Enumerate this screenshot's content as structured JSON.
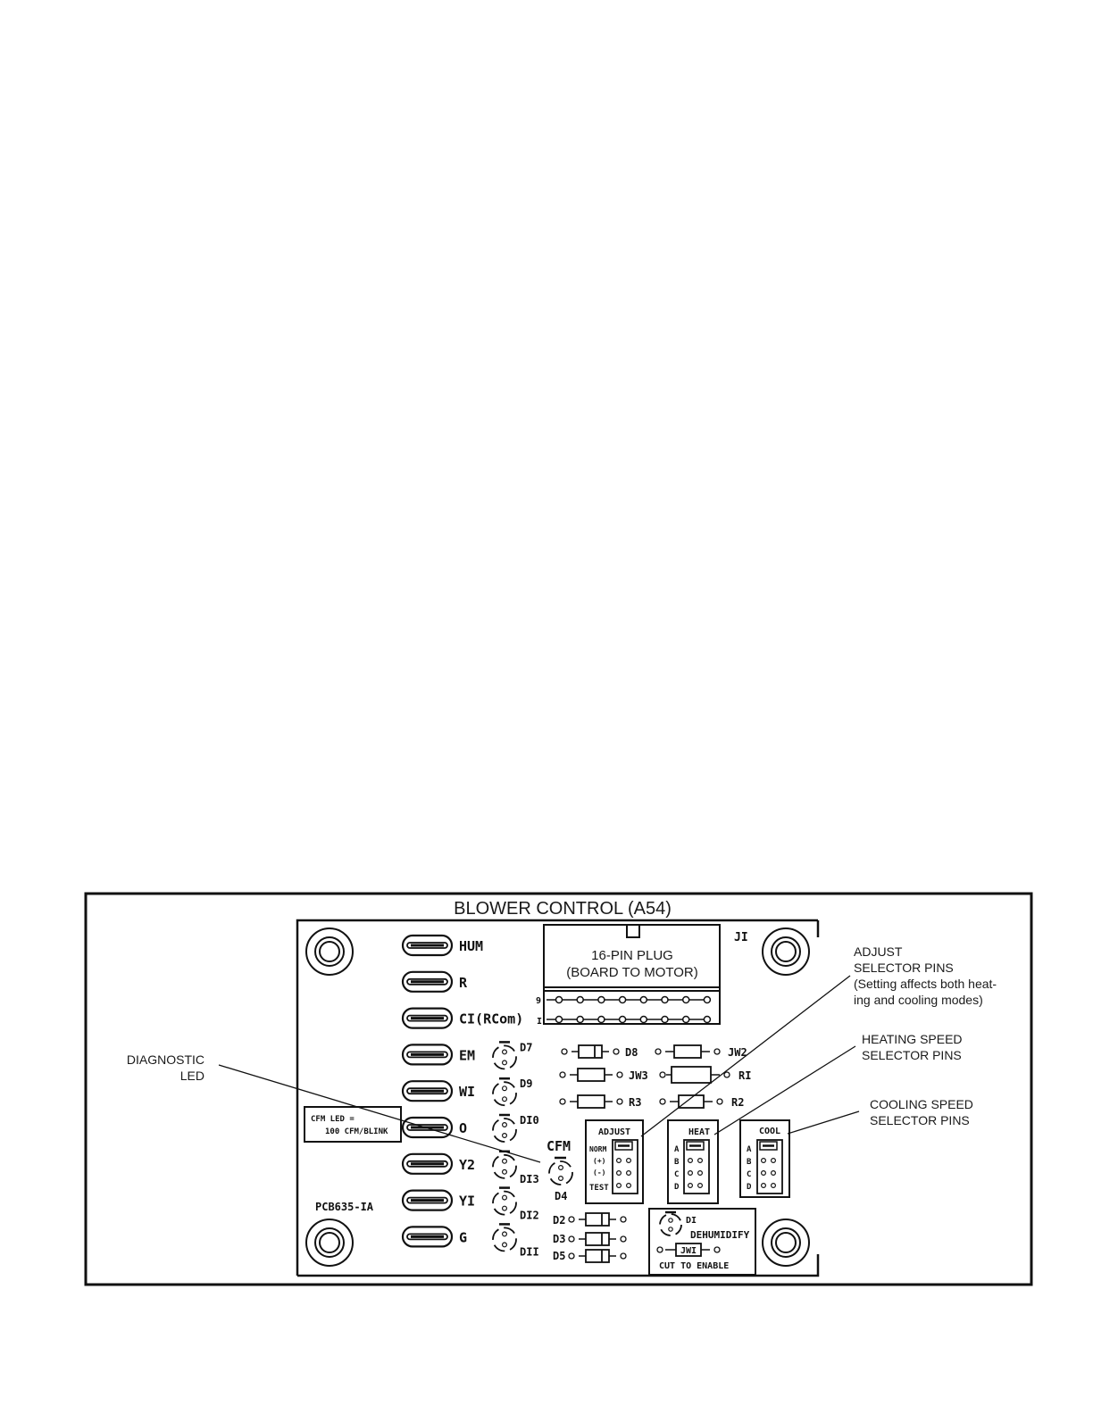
{
  "title": "BLOWER CONTROL (A54)",
  "terminals": [
    {
      "label": "HUM"
    },
    {
      "label": "R"
    },
    {
      "label": "CI(RCom)"
    },
    {
      "label": "EM",
      "led": "D7"
    },
    {
      "label": "WI",
      "led": "D9"
    },
    {
      "label": "O",
      "led": "DI0"
    },
    {
      "label": "Y2",
      "led": "DI3"
    },
    {
      "label": "YI",
      "led": "DI2"
    },
    {
      "label": "G",
      "led": "DII"
    }
  ],
  "plug": {
    "ref": "JI",
    "line1": "16-PIN PLUG",
    "line2": "(BOARD TO MOTOR)",
    "pin_top": "9",
    "pin_bottom": "I"
  },
  "cfm": {
    "label": "CFM",
    "led": "D4"
  },
  "cfm_note": {
    "line1": "CFM LED =",
    "line2": "100 CFM/BLINK"
  },
  "board_id": "PCB635-IA",
  "components": {
    "d8": "D8",
    "jw2": "JW2",
    "jw3": "JW3",
    "r1": "RI",
    "r3": "R3",
    "r2": "R2",
    "d2": "D2",
    "d3": "D3",
    "d5": "D5"
  },
  "adjust_block": {
    "title": "ADJUST",
    "rows": [
      "NORM",
      "(+)",
      "(-)",
      "TEST"
    ]
  },
  "heat_block": {
    "title": "HEAT",
    "rows": [
      "A",
      "B",
      "C",
      "D"
    ]
  },
  "cool_block": {
    "title": "COOL",
    "rows": [
      "A",
      "B",
      "C",
      "D"
    ]
  },
  "dehumidify": {
    "led": "DI",
    "label": "DEHUMIDIFY",
    "jumper": "JWI",
    "note": "CUT TO ENABLE"
  },
  "callouts": {
    "diagnostic": [
      "DIAGNOSTIC",
      "LED"
    ],
    "adjust": [
      "ADJUST",
      "SELECTOR PINS",
      "(Setting affects both heat-",
      "ing and cooling modes)"
    ],
    "heating": [
      "HEATING SPEED",
      "SELECTOR PINS"
    ],
    "cooling": [
      "COOLING SPEED",
      "SELECTOR PINS"
    ]
  }
}
